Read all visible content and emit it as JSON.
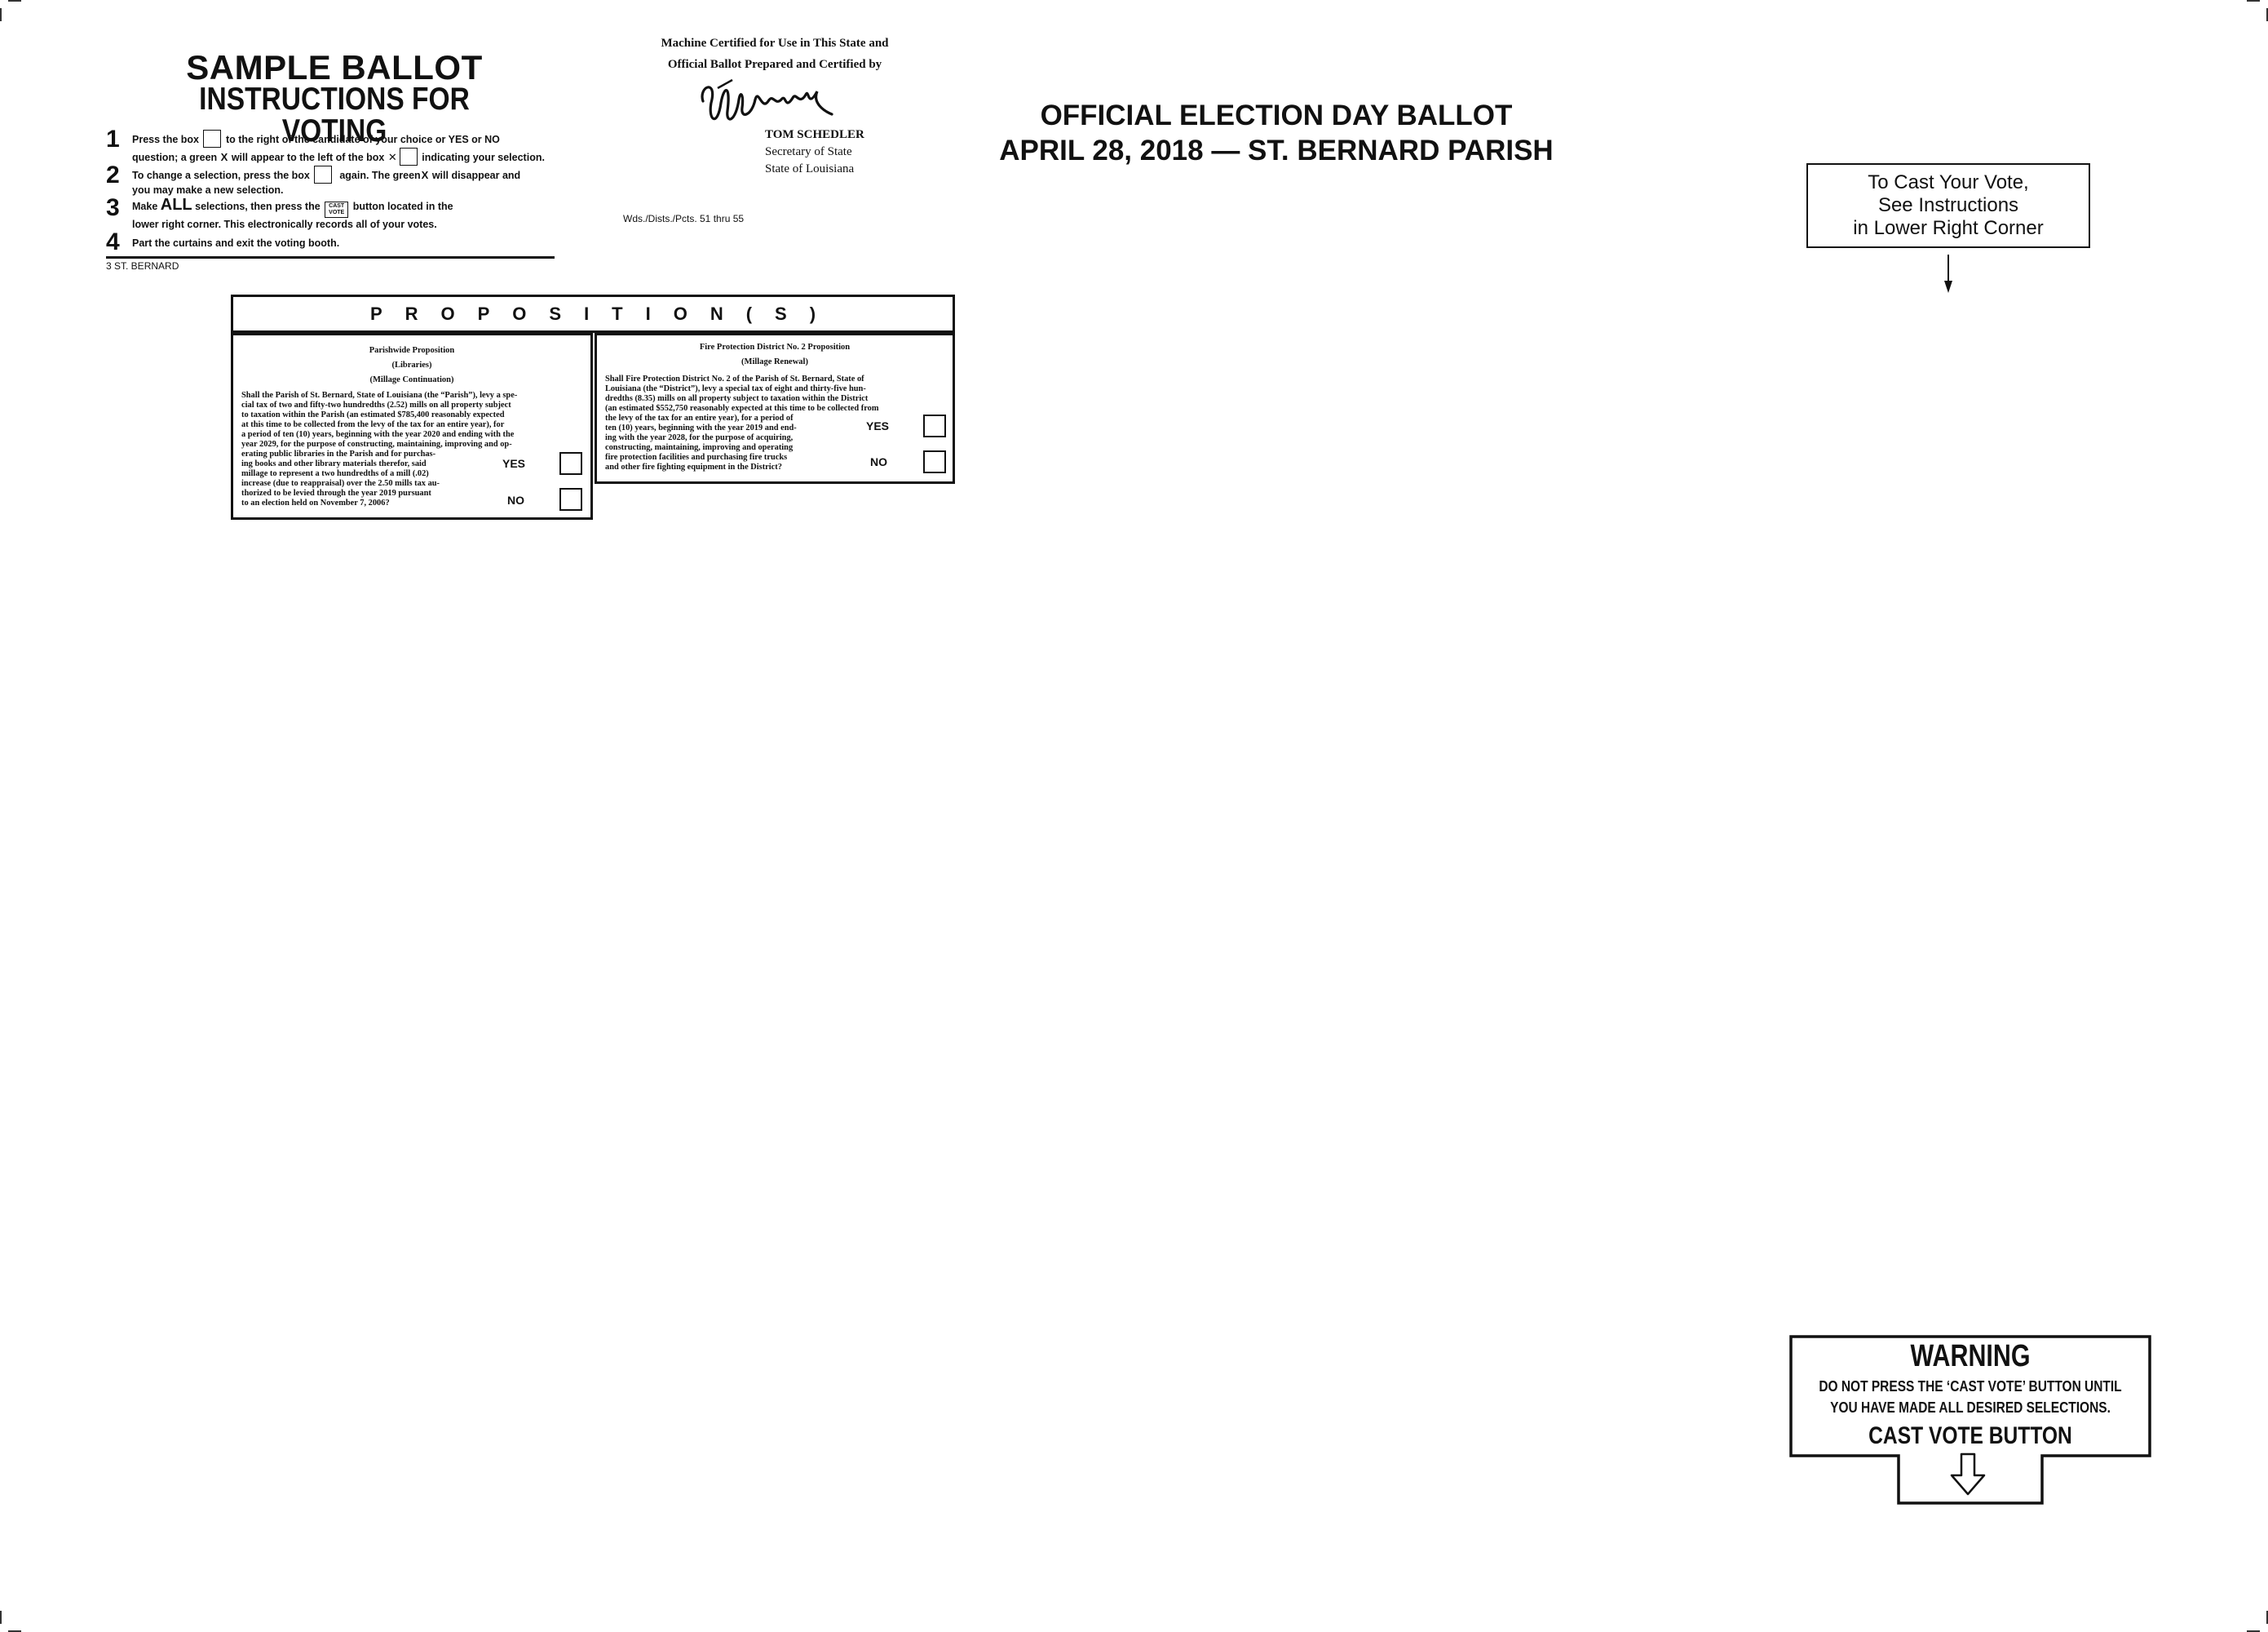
{
  "instructions": {
    "sample_title": "SAMPLE BALLOT",
    "title": "INSTRUCTIONS FOR VOTING",
    "steps": [
      {
        "num": "1",
        "l1a": "Press the box",
        "l1b": "to the right of the candidate of your choice or YES or NO",
        "l2a": "question; a green",
        "l2x": "X",
        "l2b": "will appear to the left of the box",
        "l2c": "indicating your selection."
      },
      {
        "num": "2",
        "l1a": "To change a selection, press the box",
        "l1b": "again. The green",
        "l1x": "X",
        "l1c": "will disappear and",
        "l2": "you may make a new selection."
      },
      {
        "num": "3",
        "l1a": "Make",
        "l1all": "ALL",
        "l1b": "selections, then press the",
        "cast_btn_top": "CAST",
        "cast_btn_bottom": "VOTE",
        "l1c": "button located in the",
        "l2": "lower right corner. This electronically records all of your votes."
      },
      {
        "num": "4",
        "l1": "Part the curtains and exit the voting booth."
      }
    ],
    "precinct_code": "3 ST. BERNARD"
  },
  "certification": {
    "line1": "Machine Certified for Use in This State and",
    "line2": "Official Ballot Prepared and Certified by",
    "name": "TOM SCHEDLER",
    "office": "Secretary of State",
    "state": "State of Louisiana",
    "wards": "Wds./Dists./Pcts.  51 thru 55"
  },
  "ballot": {
    "title_line1": "OFFICIAL ELECTION DAY BALLOT",
    "title_line2": "APRIL 28, 2018 — ST. BERNARD PARISH"
  },
  "cast_box": {
    "line1": "To Cast Your Vote,",
    "line2": "See Instructions",
    "line3": "in Lower Right Corner"
  },
  "propositions": {
    "header": "PROPOSITION(S)",
    "items": [
      {
        "heading1": "Parishwide Proposition",
        "heading2": "(Libraries)",
        "heading3": "(Millage Continuation)",
        "text_full": [
          "Shall the Parish of St. Bernard, State of Louisiana (the “Parish”), levy a spe-",
          "cial tax of two and fifty-two hundredths (2.52) mills on all property subject",
          "to taxation within the Parish (an estimated $785,400 reasonably expected",
          "at this time to be collected from the levy of the tax for an entire year), for",
          "a period of ten (10) years, beginning with the year 2020 and ending with the",
          "year 2029, for the purpose of constructing, maintaining, improving and op-"
        ],
        "text_narrow": [
          "erating public libraries in the Parish and for purchas-",
          "ing books and other library materials therefor, said",
          "millage to represent a two hundredths of a mill (.02)",
          "increase (due to reappraisal) over the 2.50 mills tax au-",
          "thorized to be levied through the year 2019 pursuant",
          "to an election held on November 7, 2006?"
        ],
        "yes_label": "YES",
        "no_label": "NO"
      },
      {
        "heading1": "Fire Protection District No. 2 Proposition",
        "heading2": "(Millage Renewal)",
        "text_full": [
          "Shall Fire Protection District No. 2 of the Parish of St. Bernard, State of",
          "Louisiana (the “District”), levy a special tax of eight and thirty-five hun-",
          "dredths (8.35) mills on all property subject to taxation within the District",
          "(an estimated $552,750 reasonably expected at this time to be collected from",
          "the levy of the tax for an entire year), for a period of"
        ],
        "text_narrow": [
          "ten (10) years, beginning with the year 2019 and end-",
          "ing with the year 2028, for the purpose of acquiring,",
          "constructing, maintaining, improving and operating",
          "fire protection facilities and purchasing fire trucks",
          "and other fire fighting equipment in the District?"
        ],
        "yes_label": "YES",
        "no_label": "NO"
      }
    ]
  },
  "warning": {
    "title": "WARNING",
    "line1": "DO NOT PRESS THE ‘CAST VOTE’ BUTTON UNTIL",
    "line2": "YOU HAVE MADE ALL DESIRED SELECTIONS.",
    "cast_label": "CAST VOTE BUTTON"
  }
}
